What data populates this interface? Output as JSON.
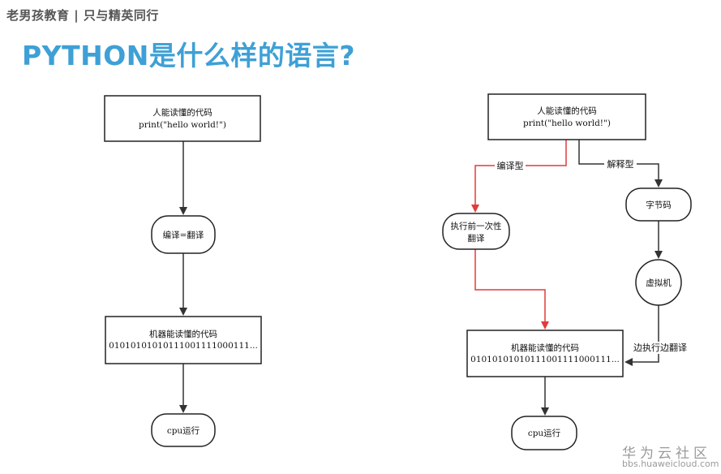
{
  "header": {
    "brand": "老男孩教育 | 只与精英同行",
    "title": "PYTHON是什么样的语言?"
  },
  "left_flow": {
    "source": {
      "line1": "人能读懂的代码",
      "line2": "print(\"hello world!\")"
    },
    "compile": "编译=翻译",
    "machine": {
      "line1": "机器能读懂的代码",
      "line2": "01010101010111001111000111..."
    },
    "cpu": "cpu运行"
  },
  "right_flow": {
    "source": {
      "line1": "人能读懂的代码",
      "line2": "print(\"hello world!\")"
    },
    "compiled_label": "编译型",
    "interpreted_label": "解释型",
    "translate_once": {
      "line1": "执行前一次性",
      "line2": "翻译"
    },
    "bytecode": "字节码",
    "vm": "虚拟机",
    "exec_translate_label": "边执行边翻译",
    "machine": {
      "line1": "机器能读懂的代码",
      "line2": "01010101010111001111000111..."
    },
    "cpu": "cpu运行"
  },
  "colors": {
    "title": "#3ea0d6",
    "compiled_path": "#e23b3b",
    "edge": "#333333"
  },
  "watermark": {
    "cn": "华为云社区",
    "en": "bbs.huaweicloud.com"
  }
}
